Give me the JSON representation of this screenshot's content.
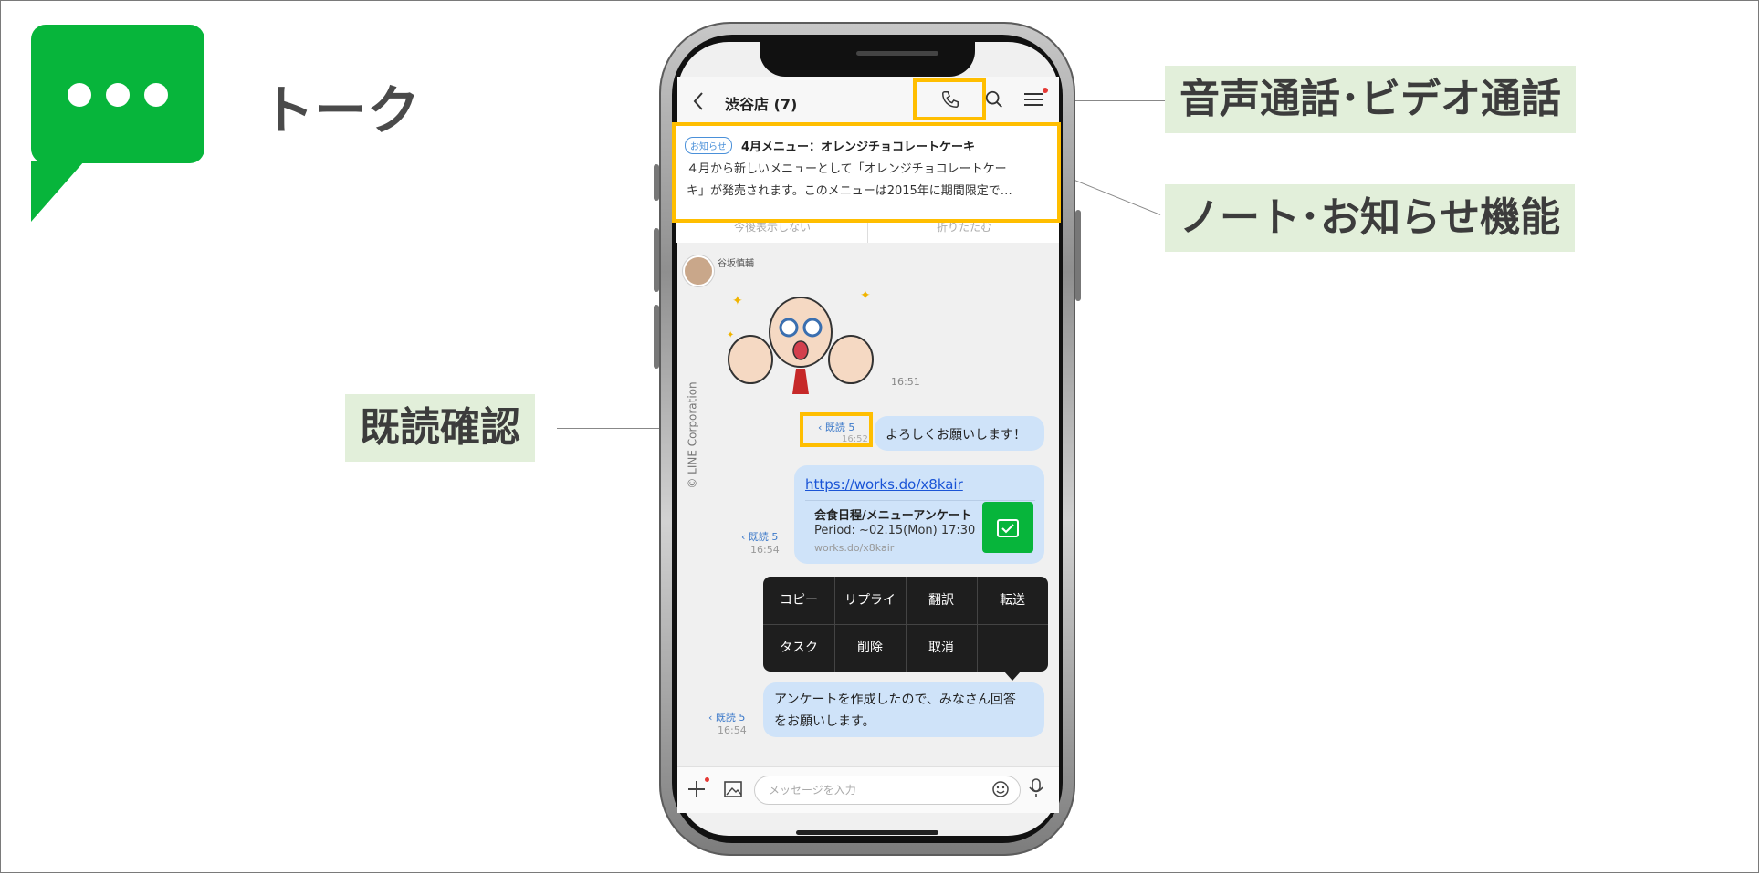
{
  "page": {
    "title": "トーク",
    "copyright": "© LINE Corporation"
  },
  "callouts": {
    "call": "音声通話･ビデオ通話",
    "notice": "ノート･お知らせ機能",
    "read": "既読確認"
  },
  "chat": {
    "back_icon": "chevron-left",
    "room_name": "渋谷店 (7)",
    "notice_badge": "お知らせ",
    "notice_title": "4月メニュー：オレンジチョコレートケーキ",
    "notice_line1": "４月から新しいメニューとして「オレンジチョコレートケー",
    "notice_line2": "キ」が発売されます。このメニューは2015年に期間限定で…",
    "notice_action_left": "今後表示しない",
    "notice_action_right": "折りたたむ",
    "sender_name": "谷坂慎輔",
    "sticker_time": "16:51",
    "msg1_read": "既読 5",
    "msg1_time": "16:52",
    "msg1_text": "よろしくお願いします！",
    "msg2_link": "https://works.do/x8kair",
    "msg2_card_title": "会食日程/メニューアンケート",
    "msg2_card_period": "Period: ~02.15(Mon) 17:30",
    "msg2_card_url": "works.do/x8kair",
    "msg2_read": "既読 5",
    "msg2_time": "16:54",
    "context_menu": [
      "コピー",
      "リプライ",
      "翻訳",
      "転送",
      "タスク",
      "削除",
      "取消",
      ""
    ],
    "msg3_line1": "アンケートを作成したので、みなさん回答",
    "msg3_line2": "をお願いします。",
    "msg3_read": "既読 5",
    "msg3_time": "16:54",
    "input_placeholder": "メッセージを入力"
  },
  "colors": {
    "line_green": "#07b53b",
    "highlight": "#ffbe00",
    "callout_bg": "#e2efda",
    "bubble": "#cfe3f9",
    "link": "#1a54d6"
  }
}
